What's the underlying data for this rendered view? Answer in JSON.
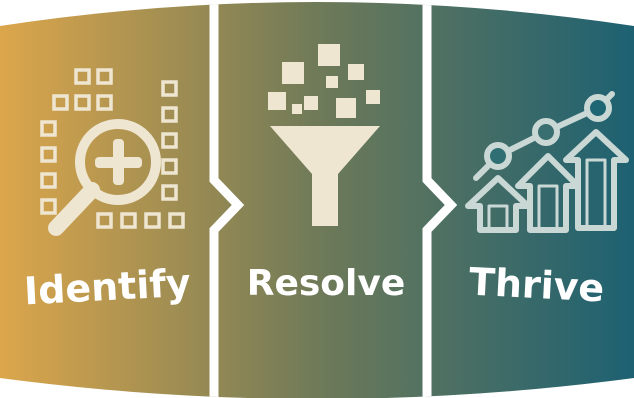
{
  "steps": [
    {
      "label": "Identify",
      "icon": "magnifier-grid-icon"
    },
    {
      "label": "Resolve",
      "icon": "funnel-icon"
    },
    {
      "label": "Thrive",
      "icon": "growth-chart-icon"
    }
  ],
  "colors": {
    "gradient_start": "#dca64b",
    "gradient_mid": "#6f7a58",
    "gradient_end": "#1d6172",
    "icon_fill": "#efe6d2",
    "separator": "#ffffff"
  }
}
